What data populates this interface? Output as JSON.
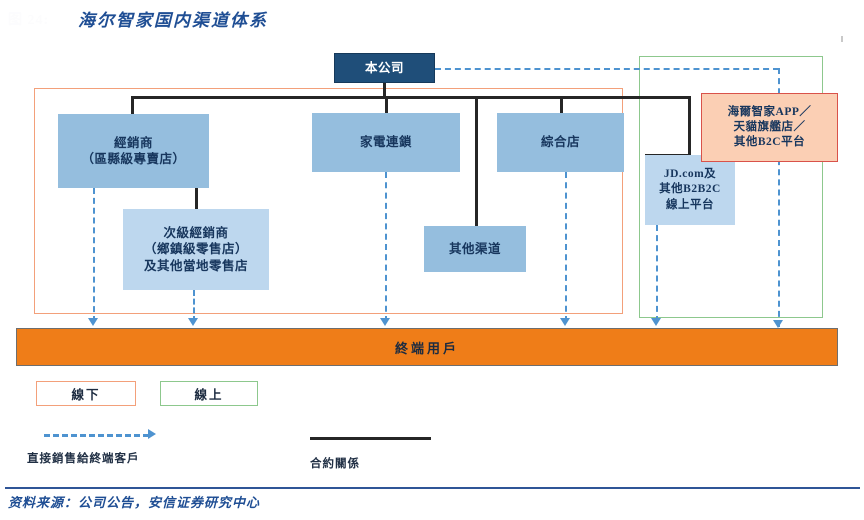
{
  "header": {
    "figure_number": "图 24:",
    "title": "海尔智家国内渠道体系"
  },
  "nodes": {
    "company": "本公司",
    "dealer": "經銷商\n（區縣級專賣店）",
    "dealer_l1": "經銷商",
    "dealer_l2": "（區縣級專賣店）",
    "subdealer_l1": "次級經銷商",
    "subdealer_l2": "（鄉鎮級零售店）",
    "subdealer_l3": "及其他當地零售店",
    "chain": "家電連鎖",
    "general_store": "綜合店",
    "other_channel": "其他渠道",
    "jd_l1": "JD.com及",
    "jd_l2": "其他B2B2C",
    "jd_l3": "線上平台",
    "b2c_l1": "海爾智家APP／",
    "b2c_l2": "天貓旗艦店／",
    "b2c_l3": "其他B2C平台",
    "end_user": "終端用戶"
  },
  "legend": {
    "offline_chip": "線下",
    "online_chip": "線上",
    "direct_sale": "直接銷售給終端客戶",
    "contract": "合約關係"
  },
  "footer": {
    "source": "资料来源：公司公告，安信证券研究中心"
  },
  "colors": {
    "title_blue": "#1f4e94",
    "company_navy": "#1f4e79",
    "box_blue": "#95bede",
    "box_blue_light": "#bdd7ee",
    "b2c_peach": "#fbcfb4",
    "b2c_border": "#d9524a",
    "offline_frame": "#f3a07a",
    "online_frame": "#8dc88d",
    "end_user_orange": "#ef7d18",
    "dashed_blue": "#4e93d0",
    "solid_black": "#262626"
  }
}
